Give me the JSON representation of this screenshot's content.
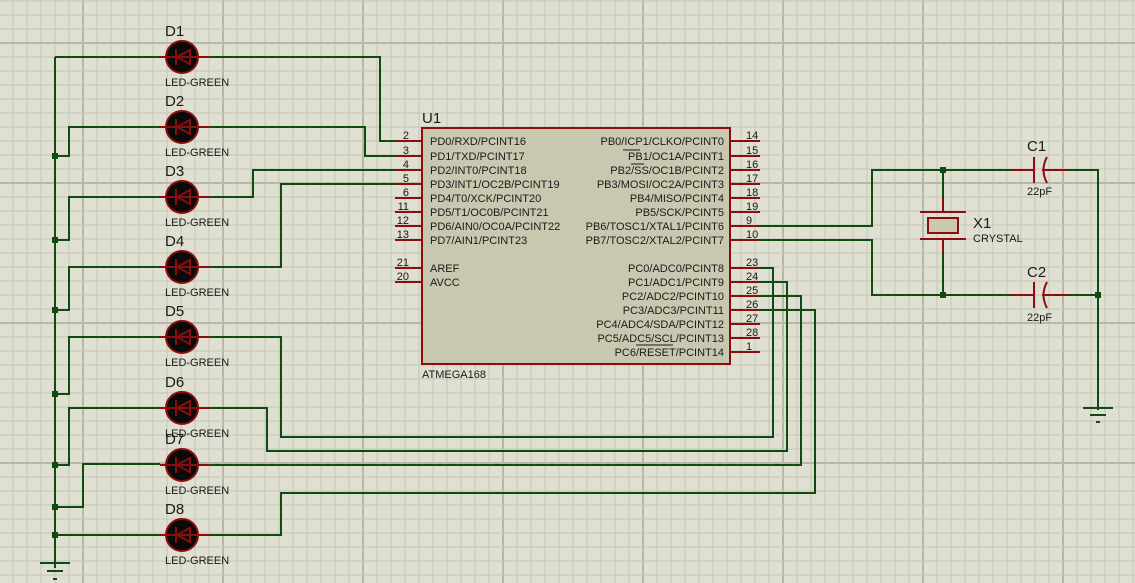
{
  "colors": {
    "background": "#dfdfd2",
    "grid_minor": "#c6c6b8",
    "grid_major": "#b8b8aa",
    "wire": "#0f4a10",
    "component_outline": "#8b0d0d",
    "chip_fill": "#c8c8b0",
    "led_body": "#0a0a0a"
  },
  "mcu": {
    "ref": "U1",
    "part": "ATMEGA168",
    "left_pins": [
      {
        "num": "2",
        "name": "PD0/RXD/PCINT16"
      },
      {
        "num": "3",
        "name": "PD1/TXD/PCINT17"
      },
      {
        "num": "4",
        "name": "PD2/INT0/PCINT18"
      },
      {
        "num": "5",
        "name": "PD3/INT1/OC2B/PCINT19"
      },
      {
        "num": "6",
        "name": "PD4/T0/XCK/PCINT20"
      },
      {
        "num": "11",
        "name": "PD5/T1/OC0B/PCINT21"
      },
      {
        "num": "12",
        "name": "PD6/AIN0/OC0A/PCINT22"
      },
      {
        "num": "13",
        "name": "PD7/AIN1/PCINT23"
      },
      {
        "num": "21",
        "name": "AREF"
      },
      {
        "num": "20",
        "name": "AVCC"
      }
    ],
    "right_pins": [
      {
        "num": "14",
        "name": "PB0/ICP1/CLKO/PCINT0"
      },
      {
        "num": "15",
        "name": "PB1/OC1A/PCINT1"
      },
      {
        "num": "16",
        "name": "PB2/SS/OC1B/PCINT2"
      },
      {
        "num": "17",
        "name": "PB3/MOSI/OC2A/PCINT3"
      },
      {
        "num": "18",
        "name": "PB4/MISO/PCINT4"
      },
      {
        "num": "19",
        "name": "PB5/SCK/PCINT5"
      },
      {
        "num": "9",
        "name": "PB6/TOSC1/XTAL1/PCINT6"
      },
      {
        "num": "10",
        "name": "PB7/TOSC2/XTAL2/PCINT7"
      },
      {
        "num": "23",
        "name": "PC0/ADC0/PCINT8"
      },
      {
        "num": "24",
        "name": "PC1/ADC1/PCINT9"
      },
      {
        "num": "25",
        "name": "PC2/ADC2/PCINT10"
      },
      {
        "num": "26",
        "name": "PC3/ADC3/PCINT11"
      },
      {
        "num": "27",
        "name": "PC4/ADC4/SDA/PCINT12"
      },
      {
        "num": "28",
        "name": "PC5/ADC5/SCL/PCINT13"
      },
      {
        "num": "1",
        "name": "PC6/RESET/PCINT14"
      }
    ]
  },
  "leds": [
    {
      "ref": "D1",
      "value": "LED-GREEN"
    },
    {
      "ref": "D2",
      "value": "LED-GREEN"
    },
    {
      "ref": "D3",
      "value": "LED-GREEN"
    },
    {
      "ref": "D4",
      "value": "LED-GREEN"
    },
    {
      "ref": "D5",
      "value": "LED-GREEN"
    },
    {
      "ref": "D6",
      "value": "LED-GREEN"
    },
    {
      "ref": "D7",
      "value": "LED-GREEN"
    },
    {
      "ref": "D8",
      "value": "LED-GREEN"
    }
  ],
  "crystal": {
    "ref": "X1",
    "value": "CRYSTAL"
  },
  "capacitors": [
    {
      "ref": "C1",
      "value": "22pF"
    },
    {
      "ref": "C2",
      "value": "22pF"
    }
  ]
}
